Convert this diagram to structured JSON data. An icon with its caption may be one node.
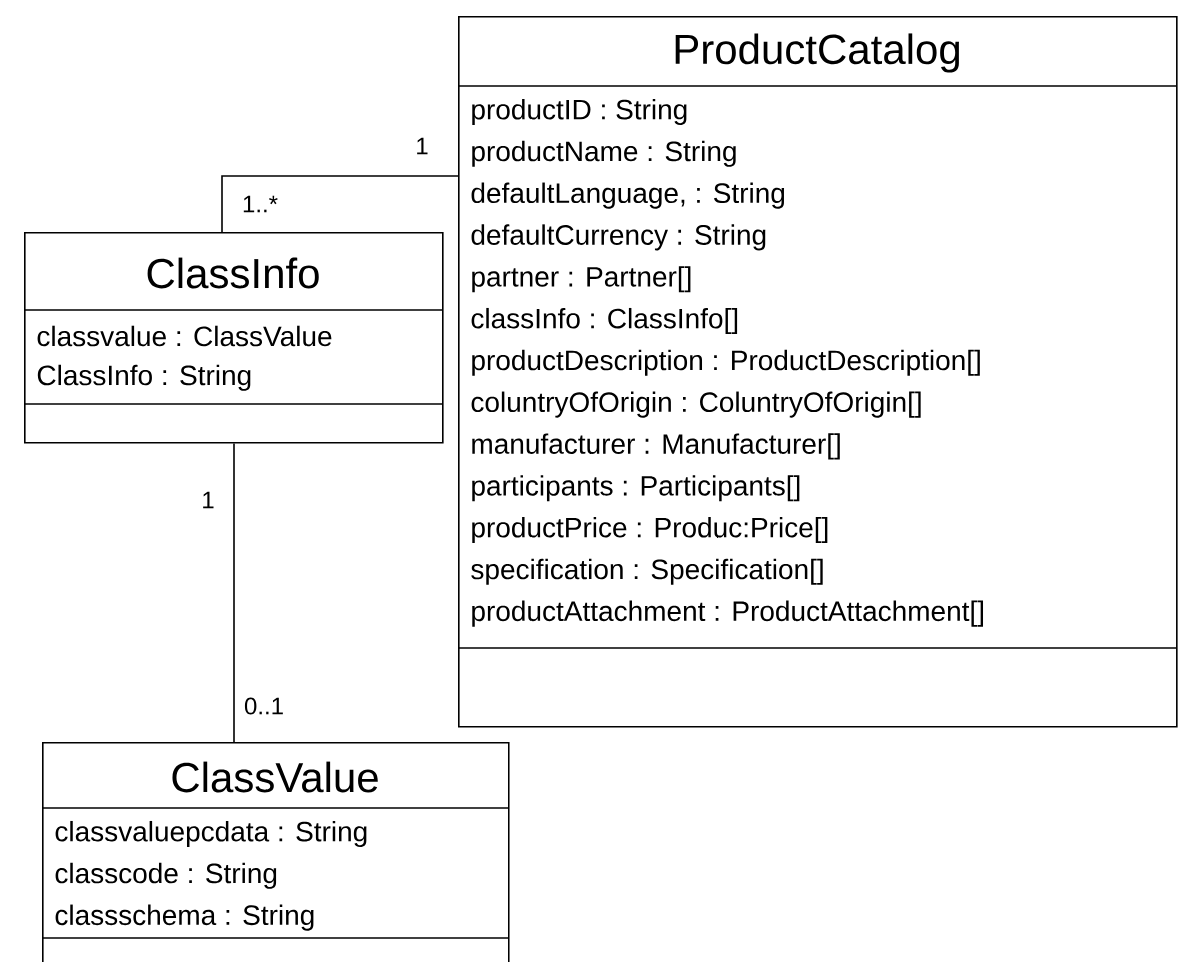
{
  "diagram": {
    "nodes": [
      {
        "text": [
          "ProductCatalog",
          "productID : String",
          "productName : String",
          "defaultLanguage, : String",
          "defaultCurrency : String",
          "partner : Partner[]",
          "classInfo : ClassInfo[]",
          "productDescription : ProductDescription[]",
          "coluntryOfOrigin : ColuntryOfOrigin[]",
          "manufacturer : Manufacturer[]",
          "participants : Participants[]",
          "productPrice :  Produc:Price[]",
          "specification : Specification[]",
          "productAttachment : ProductAttachment[]"
        ]
      },
      {
        "text": [
          "ClassInfo",
          "classvalue : ClassValue",
          "ClassInfo : String"
        ]
      },
      {
        "text": [
          "ClassValue",
          "classvaluepcdata : String",
          "classcode : String",
          "classschema : String"
        ]
      }
    ],
    "edges": [
      {
        "from": 0,
        "to": 1,
        "arrow": "none"
      },
      {
        "from": 1,
        "to": 2,
        "arrow": "none"
      }
    ],
    "labels": [
      "1",
      "1..*",
      "1",
      "0..1"
    ]
  }
}
